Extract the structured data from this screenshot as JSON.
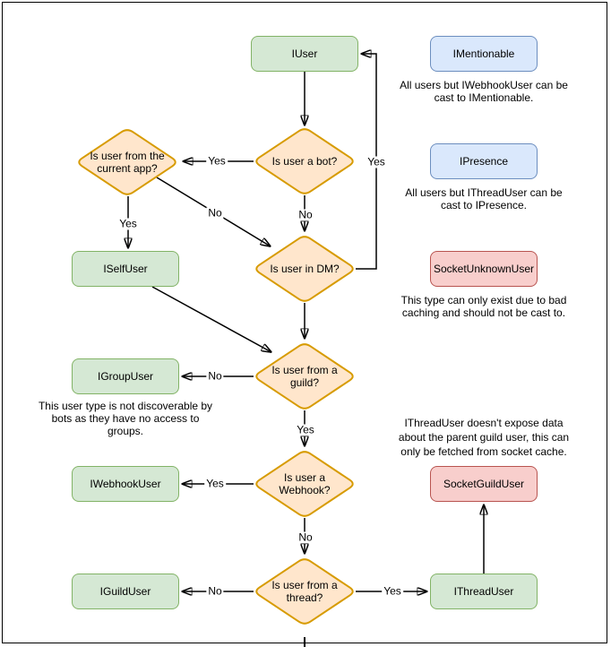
{
  "diagram": {
    "nodes": {
      "iuser": {
        "label": "IUser"
      },
      "imentionable": {
        "label": "IMentionable"
      },
      "ipresence": {
        "label": "IPresence"
      },
      "socketunknownuser": {
        "label": "SocketUnknownUser"
      },
      "iselfuser": {
        "label": "ISelfUser"
      },
      "igroupuser": {
        "label": "IGroupUser"
      },
      "iwebhookuser": {
        "label": "IWebhookUser"
      },
      "socketguilduser": {
        "label": "SocketGuildUser"
      },
      "iguilduser": {
        "label": "IGuildUser"
      },
      "ithreaduser": {
        "label": "IThreadUser"
      }
    },
    "decisions": {
      "bot": {
        "lines": [
          "Is user a bot?"
        ]
      },
      "current_app": {
        "lines": [
          "Is user from the",
          "current app?"
        ]
      },
      "dm": {
        "lines": [
          "Is user in DM?"
        ]
      },
      "guild": {
        "lines": [
          "Is user from a",
          "guild?"
        ]
      },
      "webhook": {
        "lines": [
          "Is user a",
          "Webhook?"
        ]
      },
      "thread": {
        "lines": [
          "Is user from a",
          "thread?"
        ]
      }
    },
    "edge_labels": {
      "bot_yes": "Yes",
      "bot_no": "No",
      "current_app_no": "No",
      "current_app_yes": "Yes",
      "dm_yes": "Yes",
      "guild_no": "No",
      "guild_yes": "Yes",
      "webhook_yes": "Yes",
      "webhook_no": "No",
      "thread_no": "No",
      "thread_yes": "Yes"
    },
    "captions": {
      "mentionable": [
        "All users but IWebhookUser can be",
        "cast to IMentionable."
      ],
      "presence": [
        "All users but IThreadUser can be",
        "cast to IPresence."
      ],
      "unknown": [
        "This type can only exist due to bad",
        "caching and should not be cast to."
      ],
      "group": [
        "This user type is not discoverable by",
        "bots as they have no access to",
        "groups."
      ],
      "thread": [
        "IThreadUser doesn't expose data",
        "about the parent guild user, this can",
        "only be fetched from socket cache."
      ]
    },
    "colors": {
      "green_fill": "#d5e8d4",
      "green_stroke": "#82b366",
      "orange_fill": "#ffe6cc",
      "orange_stroke": "#d79b00",
      "blue_fill": "#dae8fc",
      "blue_stroke": "#6c8ebf",
      "red_fill": "#f8cecc",
      "red_stroke": "#b85450",
      "line": "#000000"
    }
  }
}
